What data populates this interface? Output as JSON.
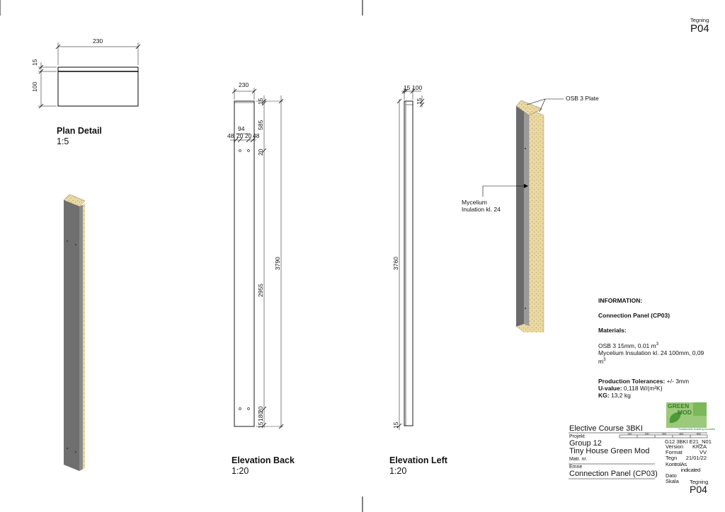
{
  "sheet": {
    "label": "Tegning",
    "number": "P04"
  },
  "views": {
    "plan": {
      "title": "Plan Detail",
      "scale": "1:5",
      "dims": {
        "width": "230",
        "top": "15",
        "height": "100"
      }
    },
    "back": {
      "title": "Elevation Back",
      "scale": "1:20",
      "dims": {
        "width": "230",
        "top_15": "15",
        "top_585": "585",
        "span_94": "94",
        "d48a": "48",
        "d20a": "20",
        "d20b": "20",
        "d48b": "48",
        "v20a": "20",
        "v2955": "2955",
        "v3790": "3790",
        "v20b": "20",
        "v180": "180",
        "v15": "15"
      }
    },
    "left": {
      "title": "Elevation Left",
      "scale": "1:20",
      "dims": {
        "d15": "15",
        "d100": "100",
        "top15": "15",
        "v3760": "3760",
        "bot15": "15"
      }
    },
    "iso": {
      "label_osb": "OSB 3 Plate",
      "label_myc_1": "Mycelium",
      "label_myc_2": "Inulation kl. 24"
    }
  },
  "info": {
    "heading": "INFORMATION:",
    "component": "Connection Panel (CP03)",
    "materials_heading": "Materials:",
    "m1": "OSB 3 15mm, 0.01 m",
    "m1_sup": "3",
    "m2": "Mycelium Insulation kl. 24  100mm, 0,09",
    "m2_wrap": "m",
    "m2_sup": "3",
    "tol_label": "Production Tolerances:",
    "tol_value": " +/- 3mm",
    "u_label": "U-value:",
    "u_value": " 0,118 W/(m²K)",
    "kg_label": "KG:",
    "kg_value": " 13,2 kg"
  },
  "title_block": {
    "logo_line1": "GREEN",
    "logo_line2": "MOD",
    "logo_tagline": "Sustainable building modules",
    "course": "Elective Course 3BKI",
    "scale_bar": [
      "100",
      "200",
      "300",
      "400",
      "500"
    ],
    "projekt_label": "Projekt",
    "group": "Group 12",
    "project": "Tiny House Green Mod",
    "matr_label": "Matr. nr.",
    "emne_label": "Emne",
    "emne_value": "Connection Panel (CP03)",
    "file_code": "G12 3BKI E21_N01",
    "rows": [
      {
        "label": "Version",
        "value": "KRZA"
      },
      {
        "label": "Format",
        "value": "VV"
      },
      {
        "label": "Tegn",
        "value": "21/01/22"
      },
      {
        "label": "Kontrol",
        "value": "As indicated"
      },
      {
        "label": "Dato",
        "value": ""
      },
      {
        "label": "Skala",
        "value": ""
      }
    ],
    "tegning_label": "Tegning",
    "tegning_value": "P04"
  }
}
